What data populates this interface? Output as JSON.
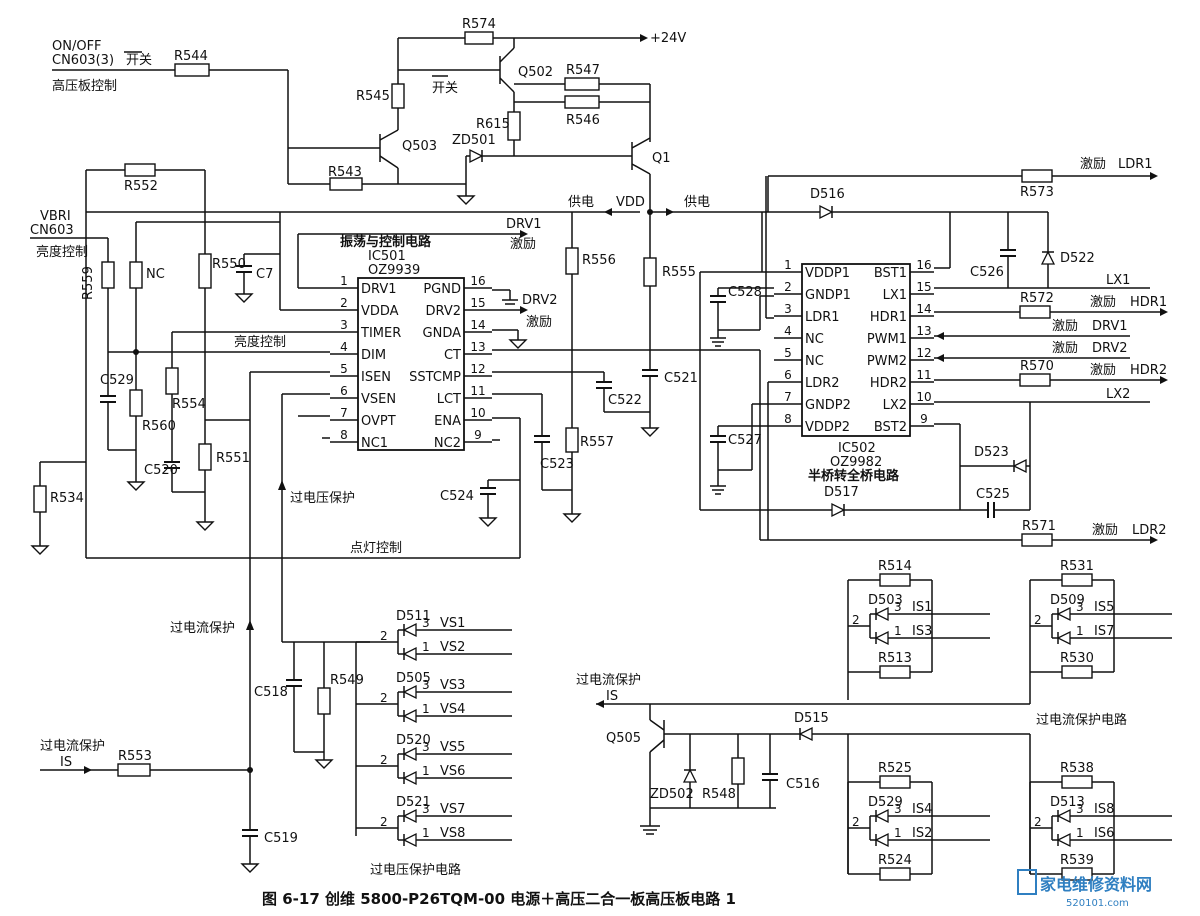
{
  "figure": {
    "caption": "图 6-17   创维 5800-P26TQM-00 电源＋高压二合一板高压板电路 1",
    "watermark": "家电维修资料网",
    "watermark_url": "520101.com"
  },
  "labels": {
    "onoff": "ON/OFF",
    "cn603_3": "CN603(3)",
    "kaiguan_bar": "开关",
    "hv_ctrl": "高压板控制",
    "kaiguan2": "开关",
    "v24": "+24V",
    "vbri": "VBRI",
    "cn603": "CN603",
    "bright_ctrl": "亮度控制",
    "bright_ctrl2": "亮度控制",
    "supply_left": "供电",
    "supply_right": "供电",
    "vdd": "VDD",
    "osc_ctrl": "振荡与控制电路",
    "drv1_top": "DRV1",
    "excite_top": "激励",
    "drv2_side": "DRV2",
    "excite_side": "激励",
    "nc_res": "NC",
    "ovp_arrow": "过电压保护",
    "light_ctrl": "点灯控制",
    "ocp_up": "过电流保护",
    "ocp_in": "过电流保护",
    "is_in": "IS",
    "ovp_circuit": "过电压保护电路",
    "ocp_out": "过电流保护",
    "is_out": "IS",
    "ocp_circuit": "过电流保护电路"
  },
  "ic501": {
    "name": "IC501",
    "part": "OZ9939",
    "pins_left": [
      {
        "num": "1",
        "name": "DRV1"
      },
      {
        "num": "2",
        "name": "VDDA"
      },
      {
        "num": "3",
        "name": "TIMER"
      },
      {
        "num": "4",
        "name": "DIM"
      },
      {
        "num": "5",
        "name": "ISEN"
      },
      {
        "num": "6",
        "name": "VSEN"
      },
      {
        "num": "7",
        "name": "OVPT"
      },
      {
        "num": "8",
        "name": "NC1"
      }
    ],
    "pins_right": [
      {
        "num": "16",
        "name": "PGND"
      },
      {
        "num": "15",
        "name": "DRV2"
      },
      {
        "num": "14",
        "name": "GNDA"
      },
      {
        "num": "13",
        "name": "CT"
      },
      {
        "num": "12",
        "name": "SSTCMP"
      },
      {
        "num": "11",
        "name": "LCT"
      },
      {
        "num": "10",
        "name": "ENA"
      },
      {
        "num": "9",
        "name": "NC2"
      }
    ]
  },
  "ic502": {
    "name": "IC502",
    "part": "OZ9982",
    "desc": "半桥转全桥电路",
    "pins_left": [
      {
        "num": "1",
        "name": "VDDP1"
      },
      {
        "num": "2",
        "name": "GNDP1"
      },
      {
        "num": "3",
        "name": "LDR1"
      },
      {
        "num": "4",
        "name": "NC"
      },
      {
        "num": "5",
        "name": "NC"
      },
      {
        "num": "6",
        "name": "LDR2"
      },
      {
        "num": "7",
        "name": "GNDP2"
      },
      {
        "num": "8",
        "name": "VDDP2"
      }
    ],
    "pins_right": [
      {
        "num": "16",
        "name": "BST1"
      },
      {
        "num": "15",
        "name": "LX1"
      },
      {
        "num": "14",
        "name": "HDR1"
      },
      {
        "num": "13",
        "name": "PWM1"
      },
      {
        "num": "12",
        "name": "PWM2"
      },
      {
        "num": "11",
        "name": "HDR2"
      },
      {
        "num": "10",
        "name": "LX2"
      },
      {
        "num": "9",
        "name": "BST2"
      }
    ]
  },
  "ic502_outputs": {
    "ldr1_excite": "激励",
    "ldr1": "LDR1",
    "lx1": "LX1",
    "hdr1_excite": "激励",
    "hdr1": "HDR1",
    "drv1_excite": "激励",
    "drv1": "DRV1",
    "drv2_excite": "激励",
    "drv2": "DRV2",
    "hdr2_excite": "激励",
    "hdr2": "HDR2",
    "lx2": "LX2",
    "ldr2_excite": "激励",
    "ldr2": "LDR2"
  },
  "components": {
    "r574": "R574",
    "r544": "R544",
    "r545": "R545",
    "q502": "Q502",
    "r547": "R547",
    "r615": "R615",
    "r546": "R546",
    "q503": "Q503",
    "zd501": "ZD501",
    "q1": "Q1",
    "r543": "R543",
    "r552": "R552",
    "r573": "R573",
    "d516": "D516",
    "d522": "D522",
    "c526": "C526",
    "r559": "R559",
    "r550": "R550",
    "c7": "C7",
    "r556": "R556",
    "r555": "R555",
    "c528": "C528",
    "r572": "R572",
    "c529": "C529",
    "r554": "R554",
    "r560": "R560",
    "c520": "C520",
    "r551": "R551",
    "c522": "C522",
    "c521": "C521",
    "r557": "R557",
    "c523": "C523",
    "c527": "C527",
    "r570": "R570",
    "d523": "D523",
    "d517": "D517",
    "c525": "C525",
    "r534": "R534",
    "c524": "C524",
    "r571": "R571",
    "r514": "R514",
    "r531": "R531",
    "d503": "D503",
    "d509": "D509",
    "r513": "R513",
    "r530": "R530",
    "d511": "D511",
    "c518": "C518",
    "r549": "R549",
    "d505": "D505",
    "q505": "Q505",
    "d515": "D515",
    "zd502": "ZD502",
    "r548": "R548",
    "c516": "C516",
    "r525": "R525",
    "r538": "R538",
    "d529": "D529",
    "d513": "D513",
    "r524": "R524",
    "r539": "R539",
    "r553": "R553",
    "d520": "D520",
    "d521": "D521",
    "c519": "C519"
  },
  "ovp_inputs": {
    "d511": {
      "p3": "3",
      "p1": "1",
      "p2": "2",
      "a": "VS1",
      "b": "VS2"
    },
    "d505": {
      "p3": "3",
      "p1": "1",
      "p2": "2",
      "a": "VS3",
      "b": "VS4"
    },
    "d520": {
      "p3": "3",
      "p1": "1",
      "p2": "2",
      "a": "VS5",
      "b": "VS6"
    },
    "d521": {
      "p3": "3",
      "p1": "1",
      "p2": "2",
      "a": "VS7",
      "b": "VS8"
    }
  },
  "ocp_inputs": {
    "d503": {
      "p3": "3",
      "p1": "1",
      "p2": "2",
      "a": "IS1",
      "b": "IS3"
    },
    "d509": {
      "p3": "3",
      "p1": "1",
      "p2": "2",
      "a": "IS5",
      "b": "IS7"
    },
    "d529": {
      "p3": "3",
      "p1": "1",
      "p2": "2",
      "a": "IS4",
      "b": "IS2"
    },
    "d513": {
      "p3": "3",
      "p1": "1",
      "p2": "2",
      "a": "IS8",
      "b": "IS6"
    }
  }
}
